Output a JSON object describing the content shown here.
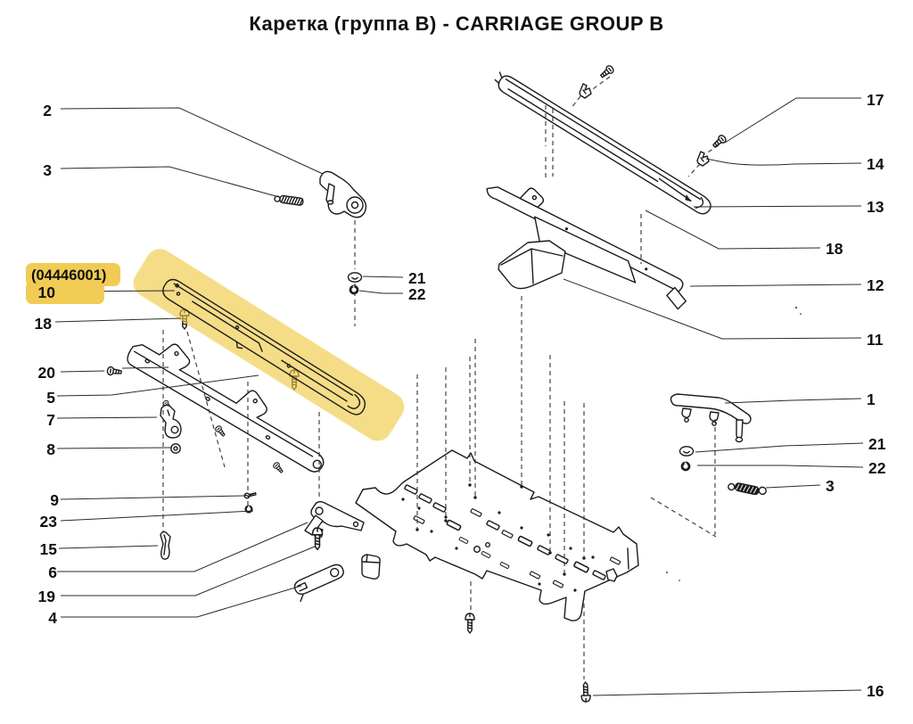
{
  "title": {
    "ru": "Каретка (группа B)",
    "sep": " - ",
    "en": "CARRIAGE GROUP B"
  },
  "highlight": {
    "part_number_label": "(04446001)",
    "highlighted_callout": "10",
    "highlight_color": "#F0CC55"
  },
  "diagram": {
    "style": "exploded parts diagram",
    "ink_color": "#1b1b1b",
    "background": "#ffffff"
  },
  "callouts": {
    "c2": "2",
    "c3l": "3",
    "c10": "10",
    "c18l": "18",
    "c20": "20",
    "c5": "5",
    "c7": "7",
    "c8": "8",
    "c9": "9",
    "c23": "23",
    "c15": "15",
    "c6": "6",
    "c19": "19",
    "c4": "4",
    "c17": "17",
    "c14": "14",
    "c13": "13",
    "c18r": "18",
    "c12": "12",
    "c11": "11",
    "c1": "1",
    "c21r": "21",
    "c22r": "22",
    "c3r": "3",
    "c16": "16",
    "c21m": "21",
    "c22m": "22"
  }
}
